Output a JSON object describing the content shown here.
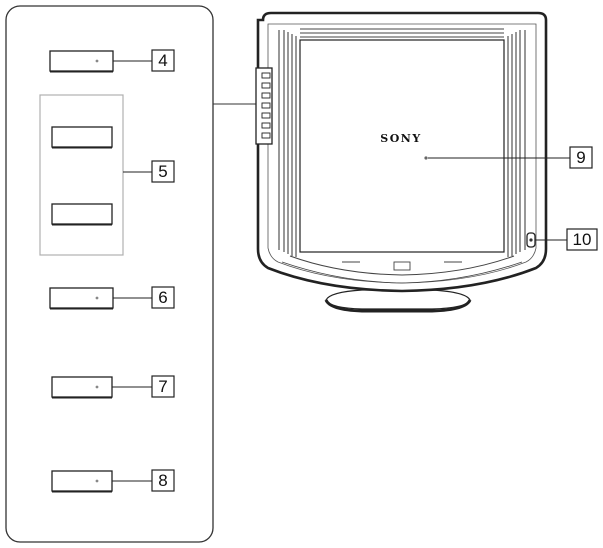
{
  "brand": "SONY",
  "callouts": {
    "c4": "4",
    "c5": "5",
    "c6": "6",
    "c7": "7",
    "c8": "8",
    "c9": "9",
    "c10": "10"
  }
}
